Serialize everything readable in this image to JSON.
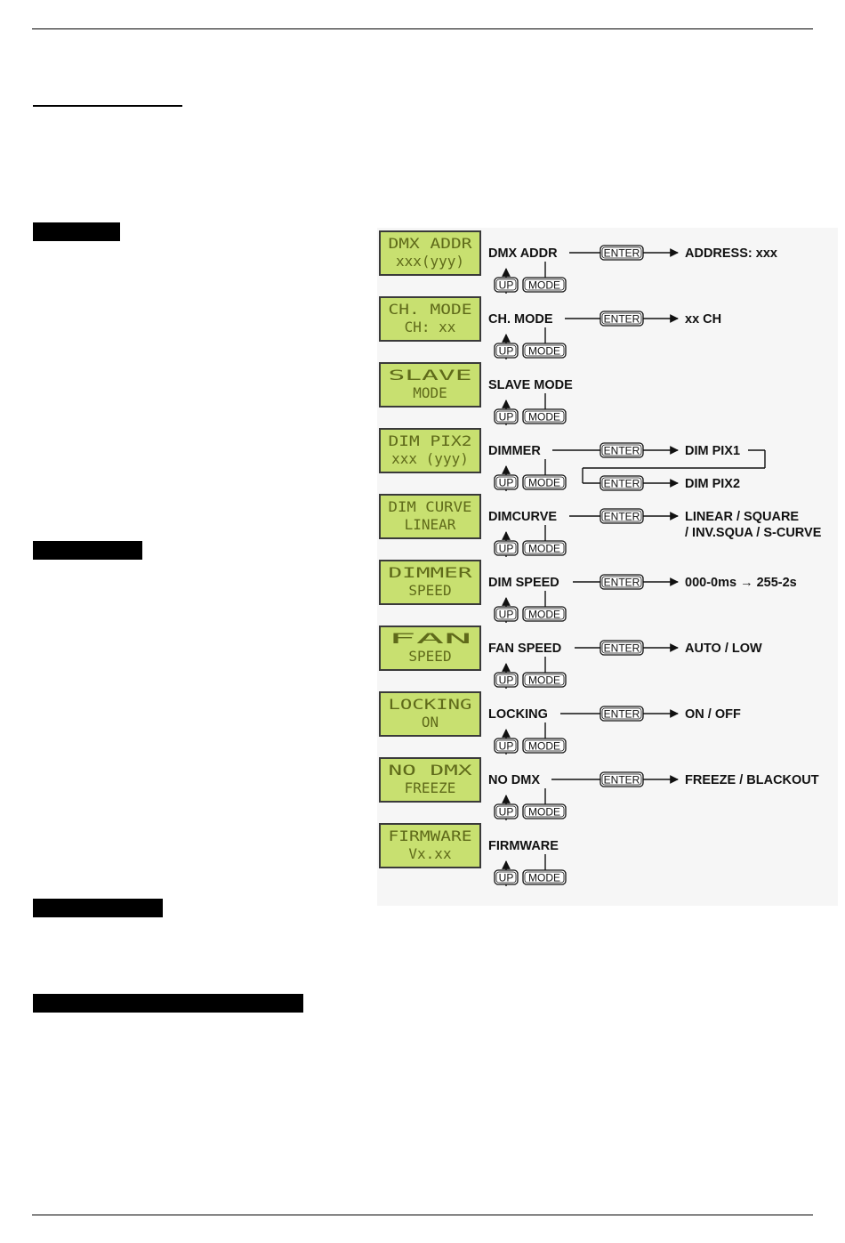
{
  "menu": [
    {
      "display": [
        "DMX ADDR",
        "xxx(yyy)"
      ],
      "label": "DMX ADDR",
      "enter_result": [
        "ADDRESS: xxx"
      ]
    },
    {
      "display": [
        "CH. MODE",
        "CH: xx"
      ],
      "label": "CH. MODE",
      "enter_result": [
        "xx CH"
      ]
    },
    {
      "display": [
        "SLAVE",
        "MODE"
      ],
      "label": "SLAVE MODE",
      "enter_result": []
    },
    {
      "display": [
        "DIM PIX2",
        "xxx (yyy)"
      ],
      "label": "DIMMER",
      "enter_result": [
        "DIM PIX1",
        "DIM PIX2"
      ]
    },
    {
      "display": [
        "DIM CURVE",
        "LINEAR"
      ],
      "label": "DIMCURVE",
      "enter_result": [
        "LINEAR / SQUARE",
        "/ INV.SQUA / S-CURVE"
      ]
    },
    {
      "display": [
        "DIMMER",
        "SPEED"
      ],
      "label": "DIM SPEED",
      "enter_result": [
        "000-0ms → 255-2s"
      ]
    },
    {
      "display": [
        "FAN",
        "SPEED"
      ],
      "label": "FAN SPEED",
      "enter_result": [
        "AUTO / LOW"
      ]
    },
    {
      "display": [
        "LOCKING",
        "ON"
      ],
      "label": "LOCKING",
      "enter_result": [
        "ON / OFF"
      ]
    },
    {
      "display": [
        "NO DMX",
        "FREEZE"
      ],
      "label": "NO DMX",
      "enter_result": [
        "FREEZE / BLACKOUT"
      ]
    },
    {
      "display": [
        "FIRMWARE",
        "Vx.xx"
      ],
      "label": "FIRMWARE",
      "enter_result": []
    }
  ],
  "buttons": {
    "enter": "ENTER",
    "up": "UP",
    "mode": "MODE"
  },
  "colors": {
    "lcd_fill": "#c8e070",
    "lcd_text": "#5f6a1a",
    "lcd_border": "#3a3a3a",
    "diagram_bg": "#f6f6f6",
    "line": "#111111"
  }
}
